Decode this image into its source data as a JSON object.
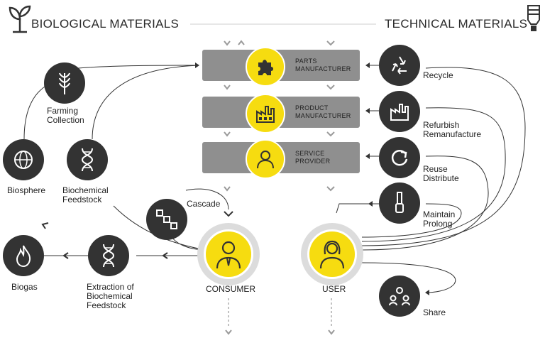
{
  "header": {
    "biological": "BIOLOGICAL MATERIALS",
    "technical": "TECHNICAL MATERIALS",
    "plant_icon": "sprout-icon",
    "bulb_icon": "lightbulb-icon"
  },
  "stages": [
    {
      "line1": "PARTS",
      "line2": "MANUFACTURER",
      "icon": "puzzle-icon"
    },
    {
      "line1": "PRODUCT",
      "line2": "MANUFACTURER",
      "icon": "factory-icon"
    },
    {
      "line1": "SERVICE",
      "line2": "PROVIDER",
      "icon": "person-icon"
    }
  ],
  "technical_nodes": [
    {
      "line1": "Recycle",
      "line2": "",
      "icon": "recycle-icon"
    },
    {
      "line1": "Refurbish",
      "line2": "Remanufacture",
      "icon": "factory-icon"
    },
    {
      "line1": "Reuse",
      "line2": "Distribute",
      "icon": "reuse-arrow-icon"
    },
    {
      "line1": "Maintain",
      "line2": "Prolong",
      "icon": "screwdriver-icon"
    },
    {
      "line1": "Share",
      "line2": "",
      "icon": "people-share-icon"
    }
  ],
  "biological_nodes": {
    "farming": {
      "line1": "Farming",
      "line2": "Collection",
      "icon": "wheat-icon"
    },
    "biosphere": {
      "line1": "Biosphere",
      "icon": "globe-leaf-icon"
    },
    "biochemical": {
      "line1": "Biochemical",
      "line2": "Feedstock",
      "icon": "dna-icon"
    },
    "cascade": {
      "line1": "Cascade",
      "icon": "cascade-squares-icon"
    },
    "biogas": {
      "line1": "Biogas",
      "icon": "flame-icon"
    },
    "extraction": {
      "line1": "Extraction of",
      "line2": "Biochemical",
      "line3": "Feedstock",
      "icon": "dna-icon"
    }
  },
  "actors": {
    "consumer": "CONSUMER",
    "user": "USER"
  },
  "colors": {
    "yellow": "#f6dc10",
    "dark": "#333333",
    "stage_gray": "#8f8f8f",
    "arrow_gray": "#9a9a9a"
  }
}
